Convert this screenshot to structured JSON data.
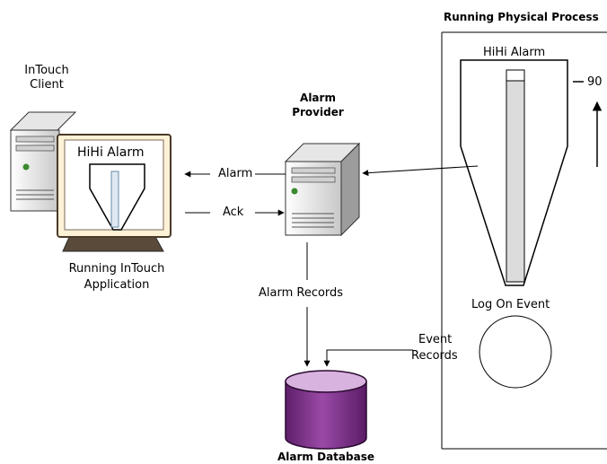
{
  "process": {
    "title": "Running Physical Process",
    "tank_alarm_label": "HiHi Alarm",
    "level_value": "90",
    "log_event_label": "Log On Event"
  },
  "client": {
    "title_line1": "InTouch",
    "title_line2": "Client",
    "screen_label": "HiHi Alarm",
    "app_line1": "Running InTouch",
    "app_line2": "Application"
  },
  "provider": {
    "title_line1": "Alarm",
    "title_line2": "Provider"
  },
  "arrows": {
    "alarm": "Alarm",
    "ack": "Ack",
    "alarm_records": "Alarm Records",
    "event_line1": "Event",
    "event_line2": "Records"
  },
  "database": {
    "title": "Alarm Database"
  },
  "colors": {
    "monitor_bezel": "#fdf1d6",
    "monitor_frame": "#4a3a2a",
    "tower_light": "#f2f2f2",
    "tower_dark": "#bfbfbf",
    "db_body": "#7a2c86",
    "db_top": "#d9b3e0",
    "tank_bar": "#dcdcdc",
    "led": "#3a8a2e"
  }
}
